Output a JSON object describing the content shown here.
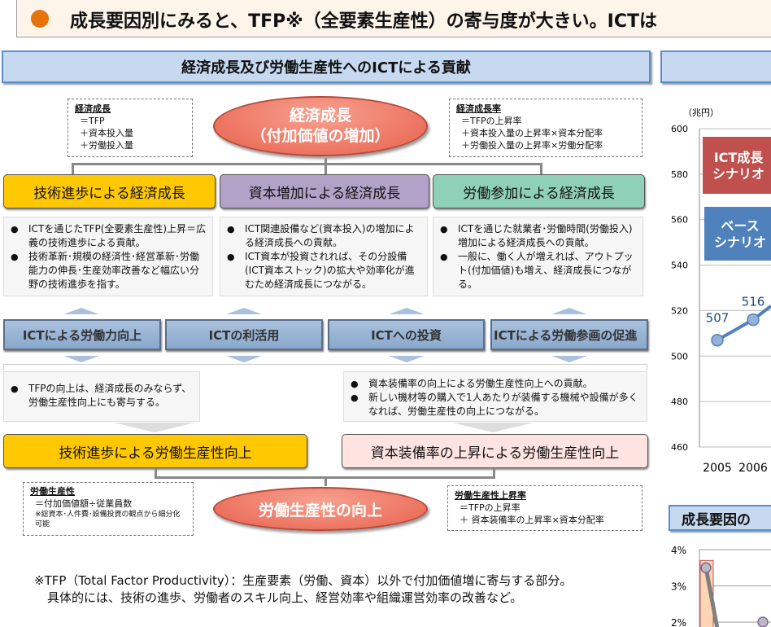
{
  "banner": {
    "text": "成長要因別にみると、TFP※（全要素生産性）の寄与度が大きい。ICTは",
    "bullet_color": "#e8720c"
  },
  "section_title": "経済成長及び労働生産性へのICTによる貢献",
  "top_left_box": {
    "title": "経済成長",
    "lines": [
      "＝TFP",
      "＋資本投入量",
      "＋労働投入量"
    ]
  },
  "top_ellipse": {
    "line1": "経済成長",
    "line2": "（付加価値の増加）"
  },
  "top_right_box": {
    "title": "経済成長率",
    "lines": [
      "＝TFPの上昇率",
      "＋資本投入量の上昇率×資本分配率",
      "＋労働投入量の上昇率×労働分配率"
    ]
  },
  "categories": [
    {
      "label": "技術進歩による経済成長",
      "color": "#ffc800",
      "items": [
        "ICTを通じたTFP(全要素生産性)上昇＝広義の技術進歩による貢献。",
        "技術革新･規模の経済性･経営革新･労働能力の伸長･生産効率改善など幅広い分野の技術進歩を指す。"
      ]
    },
    {
      "label": "資本増加による経済成長",
      "color": "#b3a2c7",
      "items": [
        "ICT関連設備など(資本投入)の増加による経済成長への貢献。",
        "ICT資本が投資されれば、その分設備(ICT資本ストック)の拡大や効率化が進むため経済成長につながる。"
      ]
    },
    {
      "label": "労働参加による経済成長",
      "color": "#8fd0b8",
      "items": [
        "ICTを通じた就業者･労働時間(労働投入)増加による経済成長への貢献。",
        "一般に、働く人が増えれば、アウトプット(付加価値)も増え、経済成長につながる。"
      ]
    }
  ],
  "ict_boxes": [
    "ICTによる労働力向上",
    "ICTの利活用",
    "ICTへの投資",
    "ICTによる労働参画の促進"
  ],
  "lower_left_desc": [
    "TFPの向上は、経済成長のみならず、労働生産性向上にも寄与する。"
  ],
  "lower_right_desc": [
    "資本装備率の向上による労働生産性向上への貢献。",
    "新しい機材等の購入で1人あたりが装備する機械や設備が多くなれば、労働生産性の向上につながる。"
  ],
  "lower_left_cat": "技術進歩による労働生産性向上",
  "lower_right_cat": "資本装備率の上昇による労働生産性向上",
  "bottom_left_box": {
    "title": "労働生産性",
    "line1": "＝付加価値額÷従業員数",
    "note": "※総資本･人件費･設備投資の観点から細分化可能"
  },
  "bottom_ellipse": "労働生産性の向上",
  "bottom_right_box": {
    "title": "労働生産性上昇率",
    "lines": [
      "＝TFPの上昇率",
      "＋ 資本装備率の上昇率×資本分配率"
    ]
  },
  "footnote": "※TFP（Total Factor Productivity）：生産要素（労働、資本）以外で付加価値増に寄与する部分。具体的には、技術の進歩、労働者のスキル向上、経営効率や組織運営効率の改善など。",
  "right_panel": {
    "chart2_title": "成長要因の"
  },
  "chart_data": [
    {
      "type": "line",
      "ylabel": "（兆円）",
      "ylim": [
        460,
        600
      ],
      "yticks": [
        460,
        480,
        500,
        520,
        540,
        560,
        580,
        600
      ],
      "categories": [
        "2005",
        "2006"
      ],
      "grid": true,
      "series": [
        {
          "values": [
            507,
            516
          ],
          "labels": [
            "507",
            "516"
          ],
          "color": "#4f81bd"
        }
      ],
      "legend": [
        {
          "label": "ICT成長シナリオ",
          "color": "#c0504d"
        },
        {
          "label": "ベースシナリオ",
          "color": "#4f81bd"
        }
      ]
    },
    {
      "type": "bar",
      "ylim": [
        2,
        4
      ],
      "yticks": [
        "2%",
        "3%",
        "4%"
      ],
      "grid": true,
      "bar": {
        "value": 3.7,
        "color": "#fcd5b5"
      },
      "series": [
        {
          "values": [
            3.5
          ],
          "color": "#7f7f7f"
        }
      ]
    }
  ]
}
